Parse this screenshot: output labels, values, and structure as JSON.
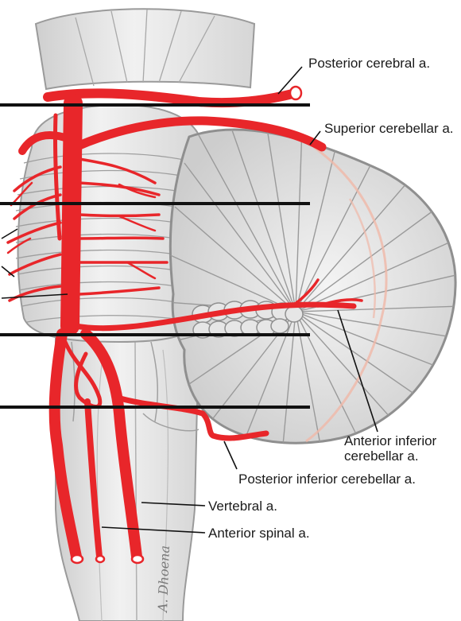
{
  "labels": {
    "posterior_cerebral": "Posterior cerebral a.",
    "superior_cerebellar": "Superior cerebellar a.",
    "anterior_inferior_line1": "Anterior inferior",
    "anterior_inferior_line2": "cerebellar a.",
    "posterior_inferior": "Posterior inferior cerebellar a.",
    "vertebral": "Vertebral a.",
    "anterior_spinal": "Anterior spinal a."
  },
  "signature": "A. Dhoena",
  "colors": {
    "artery": "#e8262a",
    "tissue": "#e4e4e4",
    "tissue_outline": "#9a9a9a",
    "level_line": "#111111",
    "label_text": "#1a1a1a"
  }
}
